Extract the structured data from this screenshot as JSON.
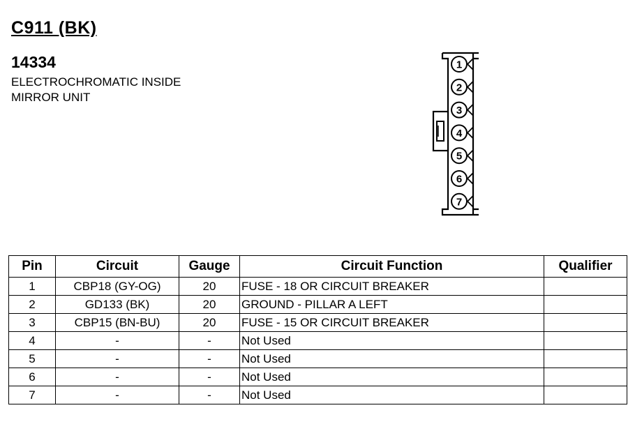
{
  "header": {
    "connector_title": "C911 (BK)",
    "part_number": "14334",
    "description_line1": "ELECTROCHROMATIC INSIDE",
    "description_line2": "MIRROR UNIT"
  },
  "connector": {
    "pins": [
      "1",
      "2",
      "3",
      "4",
      "5",
      "6",
      "7"
    ]
  },
  "table": {
    "columns": [
      "Pin",
      "Circuit",
      "Gauge",
      "Circuit Function",
      "Qualifier"
    ],
    "rows": [
      {
        "pin": "1",
        "circuit": "CBP18 (GY-OG)",
        "gauge": "20",
        "function": "FUSE - 18 OR CIRCUIT BREAKER",
        "qualifier": ""
      },
      {
        "pin": "2",
        "circuit": "GD133 (BK)",
        "gauge": "20",
        "function": "GROUND - PILLAR A LEFT",
        "qualifier": ""
      },
      {
        "pin": "3",
        "circuit": "CBP15 (BN-BU)",
        "gauge": "20",
        "function": "FUSE - 15 OR CIRCUIT BREAKER",
        "qualifier": ""
      },
      {
        "pin": "4",
        "circuit": "-",
        "gauge": "-",
        "function": "Not Used",
        "qualifier": ""
      },
      {
        "pin": "5",
        "circuit": "-",
        "gauge": "-",
        "function": "Not Used",
        "qualifier": ""
      },
      {
        "pin": "6",
        "circuit": "-",
        "gauge": "-",
        "function": "Not Used",
        "qualifier": ""
      },
      {
        "pin": "7",
        "circuit": "-",
        "gauge": "-",
        "function": "Not Used",
        "qualifier": ""
      }
    ]
  }
}
